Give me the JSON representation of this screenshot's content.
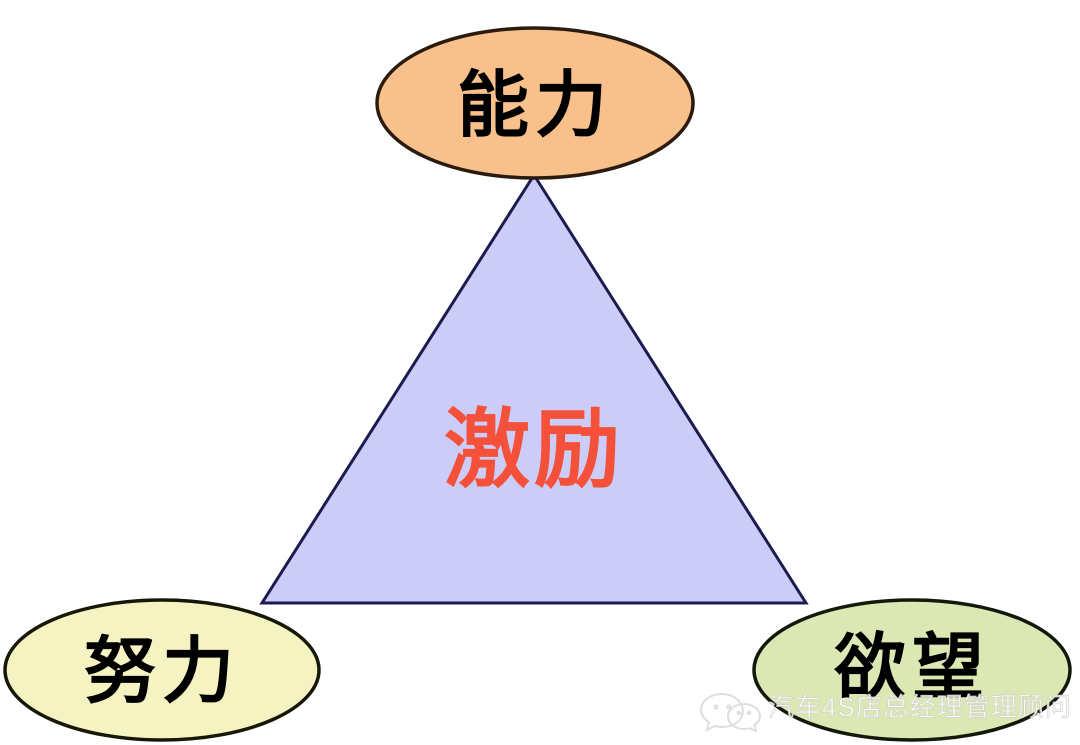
{
  "diagram": {
    "type": "triangle-relationship",
    "background_color": "#FFFFFF",
    "center": {
      "label": "激励",
      "shape": "triangle",
      "fill_color": "#CCCCF8",
      "stroke_color": "#1B1B50",
      "text_color": "#F4503A"
    },
    "nodes": [
      {
        "id": "ability",
        "label": "能力",
        "position": "top",
        "shape": "ellipse",
        "fill_color": "#F8C08A",
        "stroke_color": "#2B1A0E",
        "text_color": "#000000"
      },
      {
        "id": "effort",
        "label": "努力",
        "position": "bottom-left",
        "shape": "ellipse",
        "fill_color": "#F6F3C2",
        "stroke_color": "#171706",
        "text_color": "#000000"
      },
      {
        "id": "desire",
        "label": "欲望",
        "position": "bottom-right",
        "shape": "ellipse",
        "fill_color": "#DCE8B4",
        "stroke_color": "#12180A",
        "text_color": "#000000"
      }
    ]
  },
  "watermark": {
    "icon": "wechat-icon",
    "text": "汽车4S店总经理管理顾问",
    "color": "#FFFFFF"
  }
}
